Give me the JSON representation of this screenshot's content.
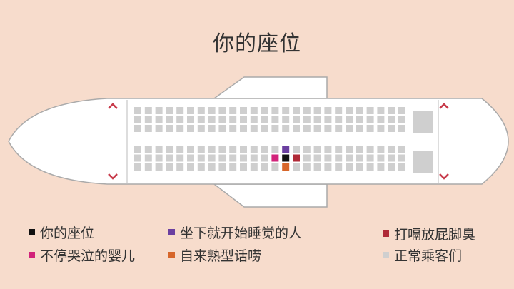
{
  "title": "你的座位",
  "colors": {
    "background": "#f7dccc",
    "fuselage": "#ffffff",
    "outline": "#aaaaaa",
    "seat": "#cfcfcf",
    "you": "#111111",
    "baby": "#d2237a",
    "sleeper": "#6b3fa0",
    "talker": "#d7662a",
    "farter": "#b02a37",
    "normal": "#cfcfcf",
    "exit_arrow": "#c83c4c"
  },
  "legend": [
    {
      "key": "you",
      "label": "你的座位",
      "color": "#111111"
    },
    {
      "key": "baby",
      "label": "不停哭泣的婴儿",
      "color": "#d2237a"
    },
    {
      "key": "sleeper",
      "label": "坐下就开始睡觉的人",
      "color": "#6b3fa0"
    },
    {
      "key": "talker",
      "label": "自来熟型话唠",
      "color": "#d7662a"
    },
    {
      "key": "farter",
      "label": "打嗝放屁脚臭",
      "color": "#b02a37"
    },
    {
      "key": "normal",
      "label": "正常乘客们",
      "color": "#cfcfcf"
    }
  ],
  "seating": {
    "columns": 26,
    "rows_per_block": 3,
    "blocks": 2,
    "highlighted": [
      {
        "key": "sleeper",
        "block": 1,
        "row": 0,
        "col": 14
      },
      {
        "key": "baby",
        "block": 1,
        "row": 1,
        "col": 13
      },
      {
        "key": "you",
        "block": 1,
        "row": 1,
        "col": 14
      },
      {
        "key": "farter",
        "block": 1,
        "row": 1,
        "col": 15
      },
      {
        "key": "talker",
        "block": 1,
        "row": 2,
        "col": 14
      }
    ]
  }
}
